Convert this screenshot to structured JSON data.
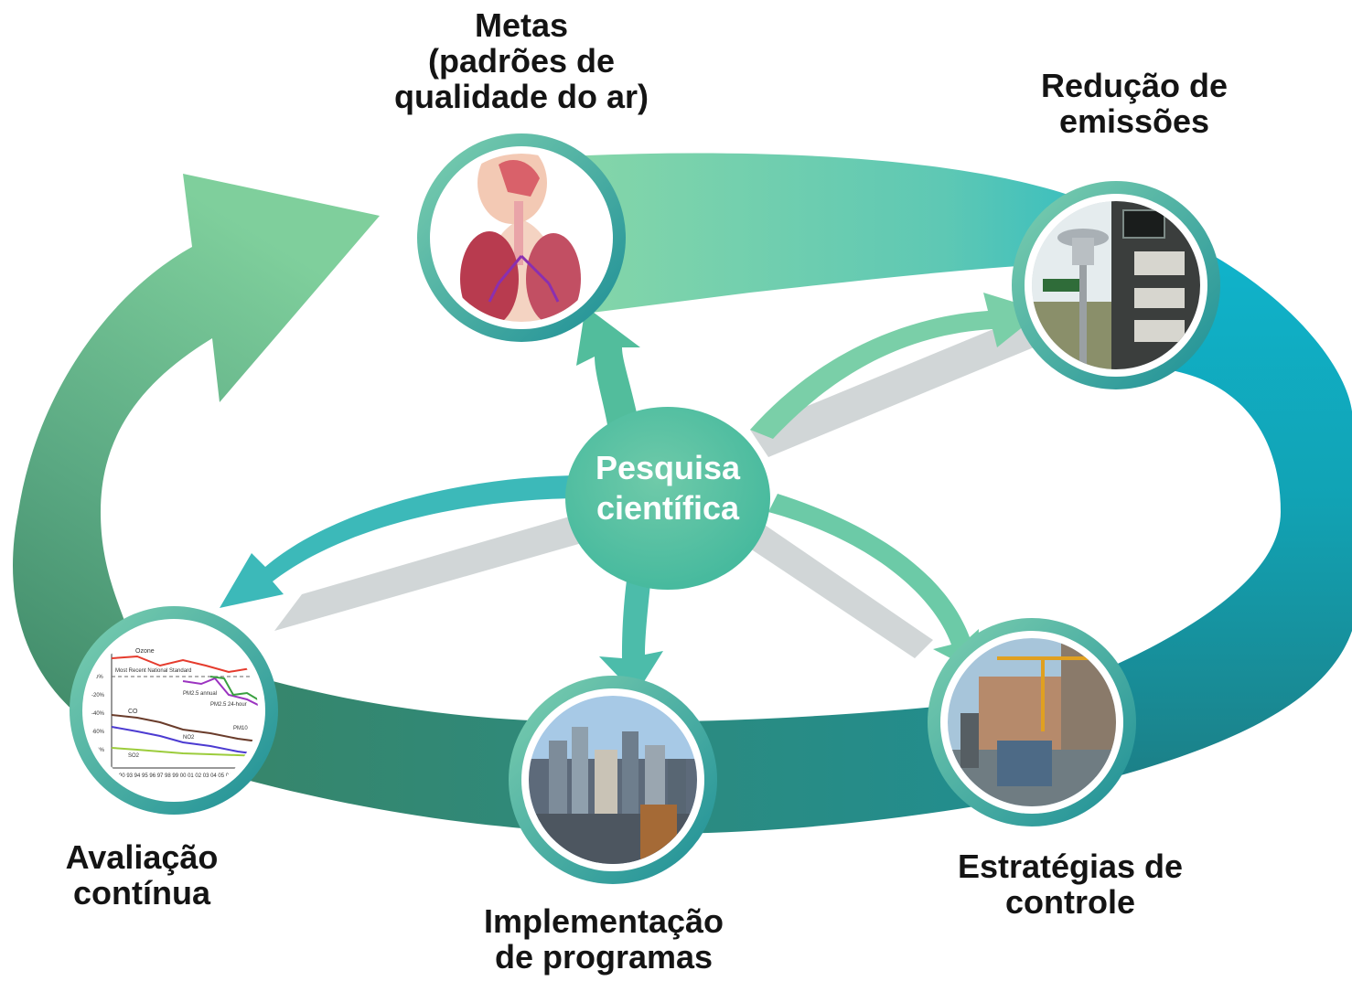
{
  "center": {
    "line1": "Pesquisa",
    "line2": "científica"
  },
  "nodes": [
    {
      "id": "metas",
      "lines": [
        "Metas",
        "(padrões de",
        "qualidade do ar)"
      ],
      "icon": "respiratory-system-image"
    },
    {
      "id": "reducao",
      "lines": [
        "Redução de",
        "emissões"
      ],
      "icon": "air-monitoring-station-image"
    },
    {
      "id": "estrategias",
      "lines": [
        "Estratégias de",
        "controle"
      ],
      "icon": "industrial-construction-image"
    },
    {
      "id": "implementacao",
      "lines": [
        "Implementação",
        "de programas"
      ],
      "icon": "city-skyline-image"
    },
    {
      "id": "avaliacao",
      "lines": [
        "Avaliação",
        "contínua"
      ],
      "icon": "air-quality-trend-chart-image"
    }
  ],
  "trend_chart": {
    "series": [
      "Ozone",
      "Most Recent National Standard",
      "PM2.5 annual",
      "PM2.5 24-hour",
      "CO",
      "NO2",
      "PM10",
      "SO2"
    ],
    "y_ticks": [
      "0%",
      "-20%",
      "-40%",
      "-60%",
      "-80%"
    ],
    "x_ticks": "90 93 94 95 96 97 98 99 00 01 02 03 04 05 06"
  },
  "colors": {
    "ring_light": "#7fd3a6",
    "ring_mid": "#3cc0bc",
    "ring_cyan": "#12b3c9",
    "ring_dark": "#2f7f73",
    "center_fill": "#53bfa3",
    "label_text": "#141414"
  }
}
